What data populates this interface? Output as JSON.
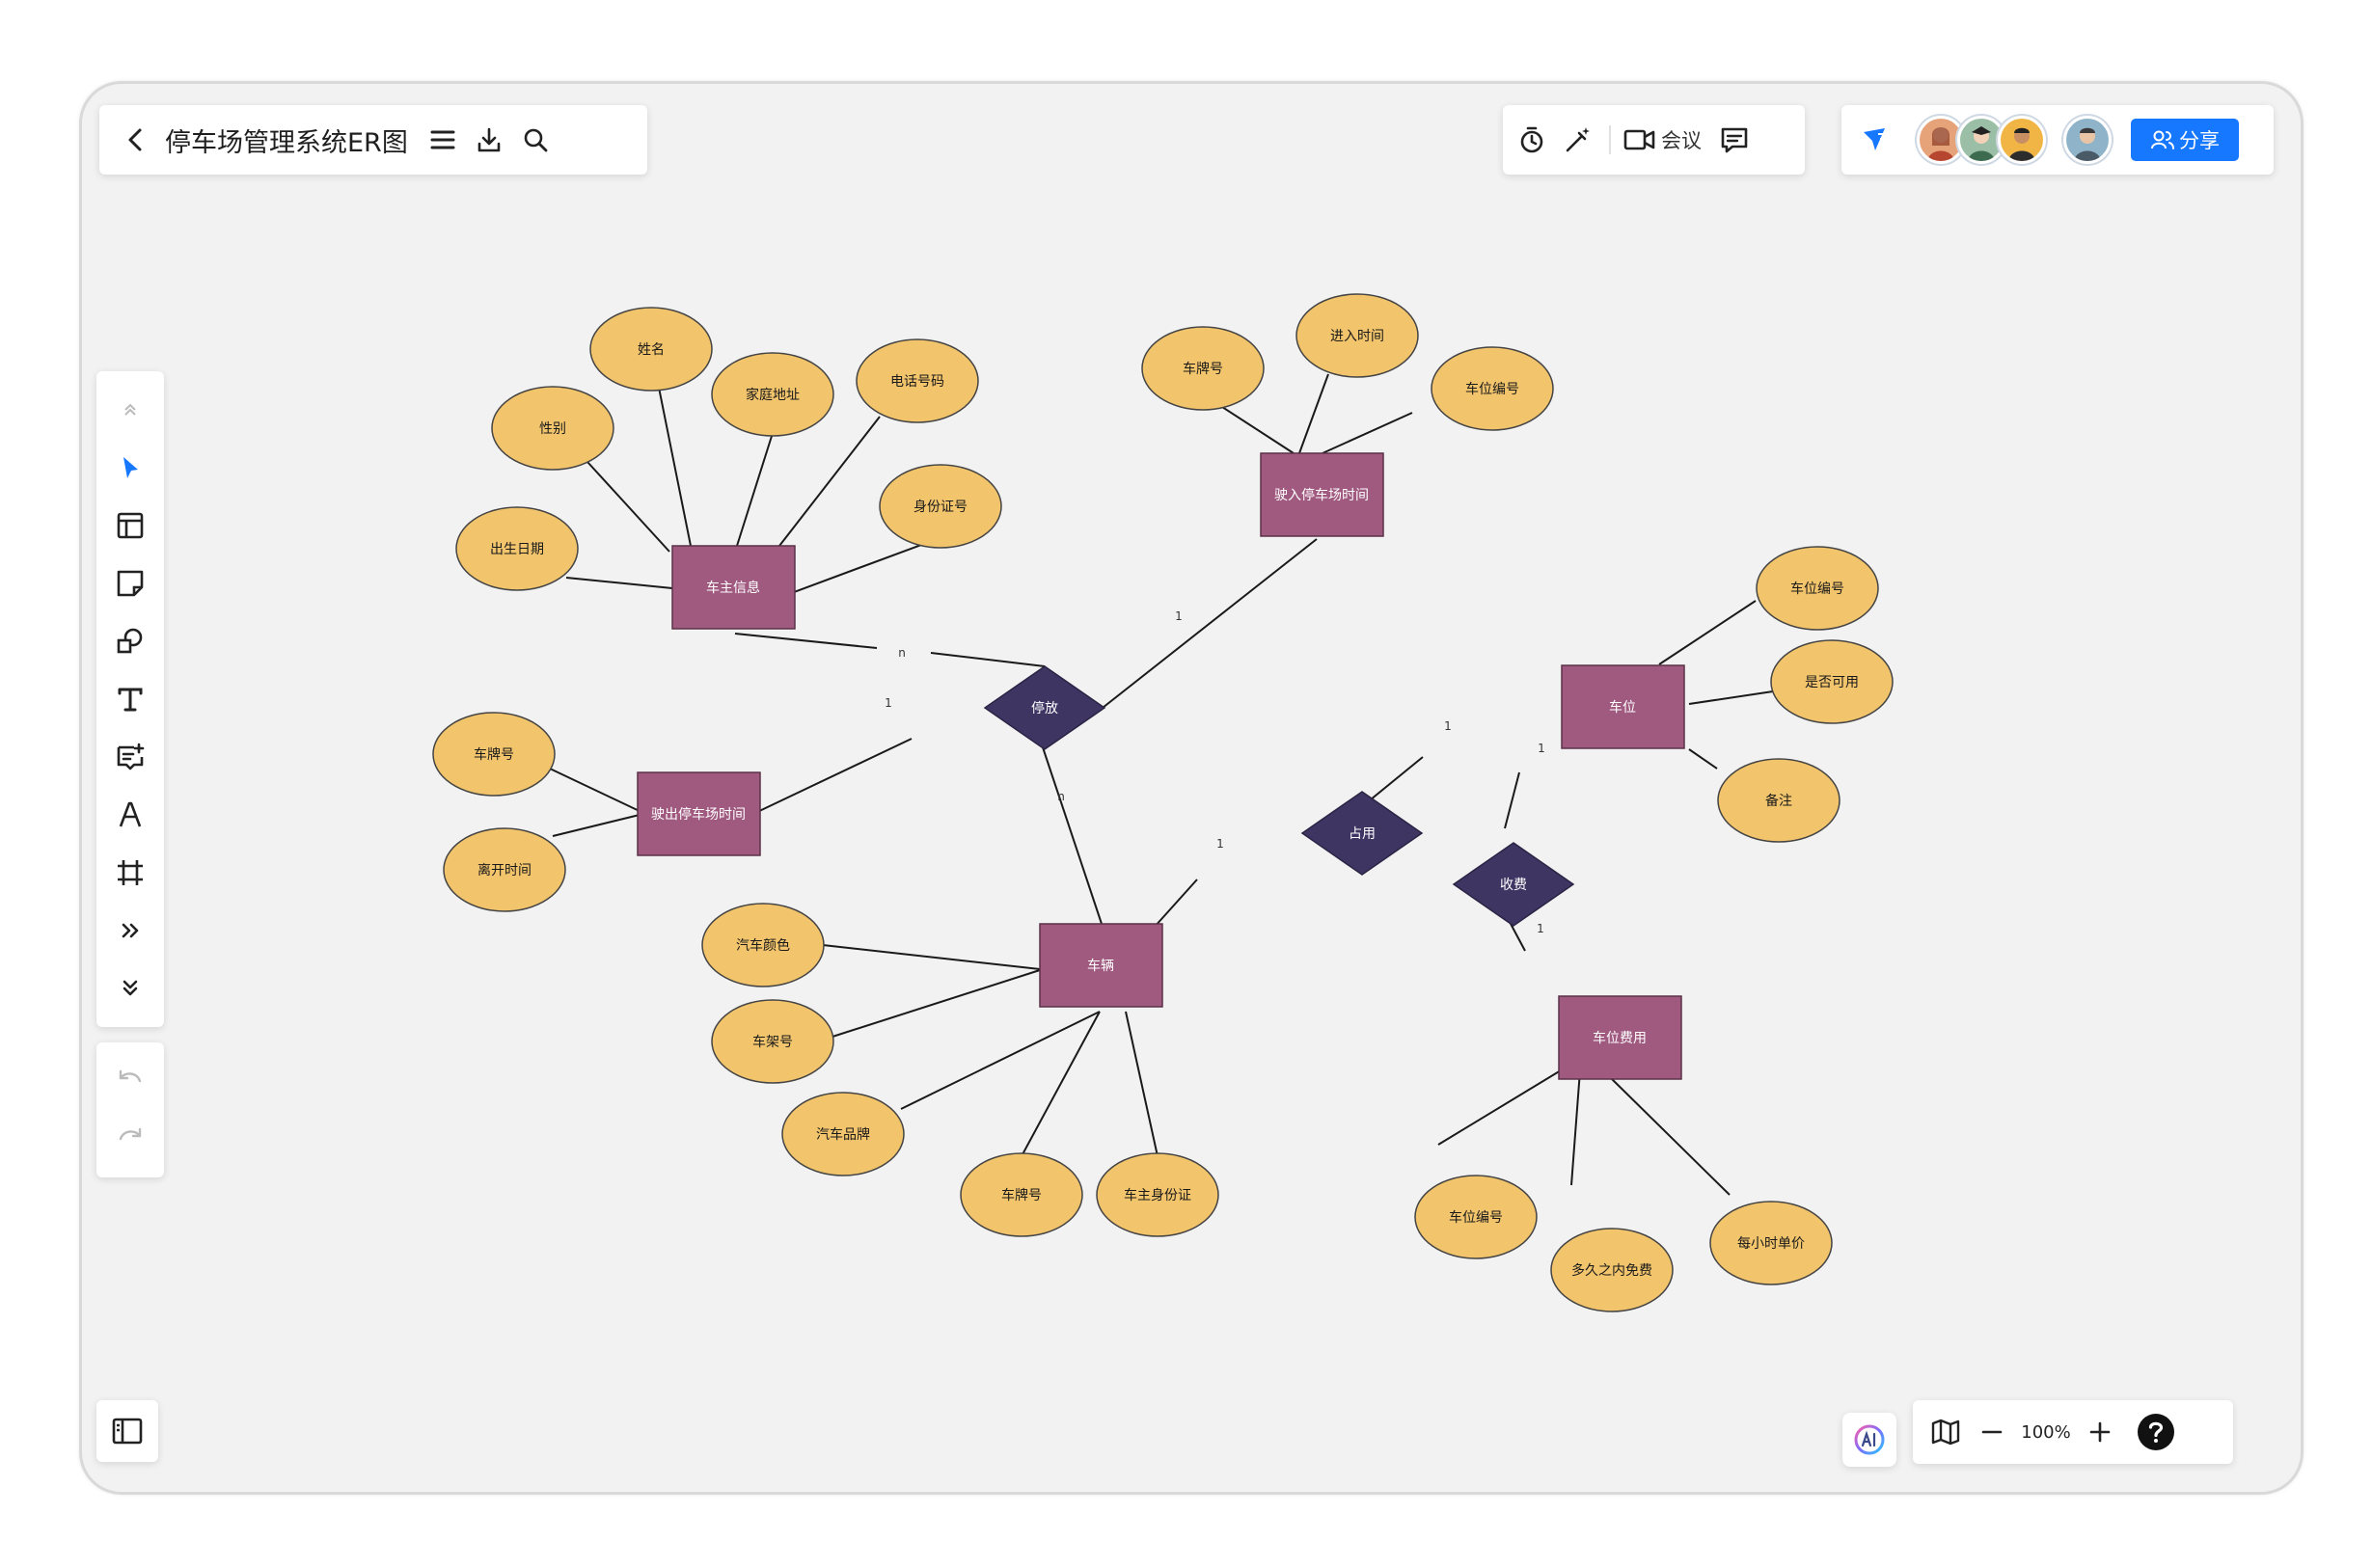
{
  "header": {
    "title": "停车场管理系统ER图",
    "meeting_label": "会议",
    "share_label": "分享"
  },
  "icons": {
    "back": "chevron-left-icon",
    "menu": "menu-icon",
    "download": "download-icon",
    "search": "search-icon",
    "timer": "timer-icon",
    "magic": "magic-wand-icon",
    "video": "video-camera-icon",
    "comment": "comment-icon",
    "cursor": "cursor-follow-icon",
    "collapse": "collapse-up-icon",
    "select": "select-arrow-icon",
    "template": "template-icon",
    "sticky": "sticky-note-icon",
    "shapes": "shapes-icon",
    "text": "text-icon",
    "add-text": "text-box-icon",
    "pen": "pen-icon",
    "frame": "frame-icon",
    "more": "more-tools-icon",
    "expand": "expand-down-icon",
    "undo": "undo-icon",
    "redo": "redo-icon",
    "sidebar": "sidebar-toggle-icon",
    "ai": "ai-assistant-icon",
    "map": "minimap-icon",
    "zoom_out": "zoom-out-icon",
    "zoom_in": "zoom-in-icon",
    "help": "help-icon"
  },
  "zoom": {
    "level": "100%"
  },
  "colors": {
    "entity": "#a05a80",
    "relationship": "#3e3563",
    "attribute": "#f2c46c",
    "accent": "#1677ff"
  },
  "diagram": {
    "entities": {
      "owner": "车主信息",
      "entry": "驶入停车场时间",
      "exit": "驶出停车场时间",
      "vehicle": "车辆",
      "space": "车位",
      "fee": "车位费用"
    },
    "relationships": {
      "park": "停放",
      "occupy": "占用",
      "charge": "收费"
    },
    "attributes": {
      "owner_name": "姓名",
      "owner_home": "家庭地址",
      "owner_phone": "电话号码",
      "owner_gender": "性别",
      "owner_id": "身份证号",
      "owner_birth": "出生日期",
      "entry_plate": "车牌号",
      "entry_time": "进入时间",
      "entry_space": "车位编号",
      "exit_plate": "车牌号",
      "exit_time": "离开时间",
      "veh_color": "汽车颜色",
      "veh_frame": "车架号",
      "veh_brand": "汽车品牌",
      "veh_plate": "车牌号",
      "veh_ownerid": "车主身份证",
      "space_no": "车位编号",
      "space_avail": "是否可用",
      "space_note": "备注",
      "fee_space": "车位编号",
      "fee_free": "多久之内免费",
      "fee_hour": "每小时单价"
    },
    "cardinalities": {
      "owner_park": "n",
      "entry_park": "1",
      "exit_park": "1",
      "vehicle_park": "n",
      "vehicle_occupy": "1",
      "space_occupy": "1",
      "space_charge": "1",
      "fee_charge": "1"
    }
  }
}
